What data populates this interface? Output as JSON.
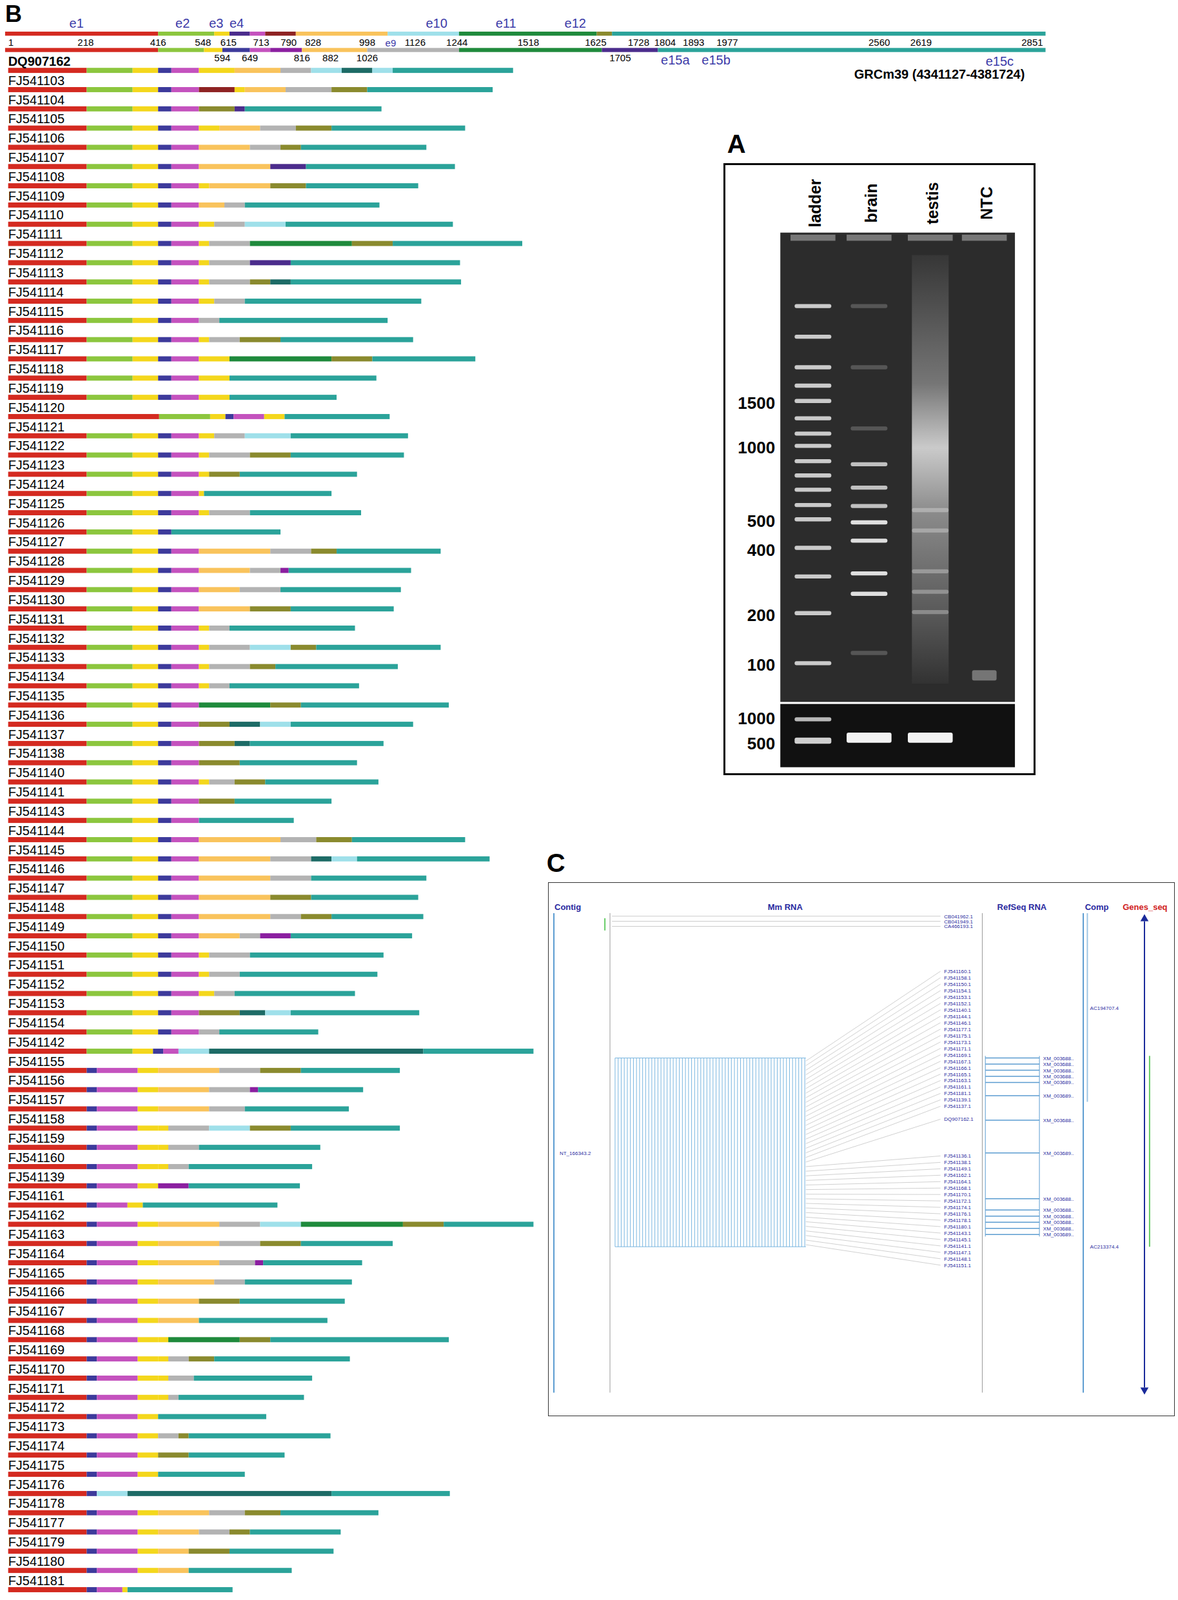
{
  "diagram": {
    "nodes": [
      {
        "text": [
          "ladder",
          "brain",
          "testis",
          "NTC",
          "1500",
          "1000",
          "500",
          "400",
          "200",
          "100",
          "1000",
          "500"
        ]
      },
      {
        "text": [
          "Contig",
          "Mm RNA",
          "RefSeq RNA",
          "Comp",
          "Genes_seq",
          "CB041962.1",
          "CB041949.1",
          "CA466193.1",
          "FJ541160.1",
          "FJ541158.1",
          "FJ541150.1",
          "FJ541154.1",
          "FJ541153.1",
          "FJ541152.1",
          "FJ541140.1",
          "FJ541144.1",
          "FJ541146.1",
          "FJ541177.1",
          "FJ541175.1",
          "FJ541173.1",
          "FJ541171.1",
          "FJ541169.1",
          "FJ541167.1",
          "FJ541166.1",
          "FJ541165.1",
          "FJ541163.1",
          "FJ541161.1",
          "FJ541181.1",
          "FJ541139.1",
          "FJ541137.1",
          "DQ907162.1",
          "FJ541136.1",
          "FJ541138.1",
          "FJ541149.1",
          "FJ541162.1",
          "FJ541164.1",
          "FJ541168.1",
          "FJ541170.1",
          "FJ541172.1",
          "FJ541174.1",
          "FJ541176.1",
          "FJ541178.1",
          "FJ541180.1",
          "FJ541143.1",
          "FJ541145.1",
          "FJ541141.1",
          "FJ541147.1",
          "FJ541148.1",
          "FJ541151.1",
          "XM_003688..",
          "XM_003688..",
          "XM_003688..",
          "XM_003688..",
          "XM_003689..",
          "XM_003689..",
          "XM_003688..",
          "XM_003689..",
          "XM_003688..",
          "XM_003688..",
          "XM_003688..",
          "XM_003688..",
          "XM_003688..",
          "XM_003689..",
          "AC194707.4",
          "AC213374.4",
          "NT_166343.2"
        ]
      }
    ],
    "labels": [
      "B",
      "e1",
      "e2",
      "e3",
      "e4",
      "e9",
      "e10",
      "e11",
      "e12",
      "e15a",
      "e15b",
      "e15c",
      "1",
      "218",
      "416",
      "548",
      "615",
      "713",
      "790",
      "828",
      "998",
      "1126",
      "1244",
      "1518",
      "1625",
      "1728",
      "1804",
      "1893",
      "1977",
      "2560",
      "2619",
      "2851",
      "594",
      "649",
      "816",
      "882",
      "1026",
      "1705",
      "GRCm39 (4341127-4381724)",
      "DQ907162",
      "FJ541103",
      "FJ541104",
      "FJ541105",
      "FJ541106",
      "FJ541107",
      "FJ541108",
      "FJ541109",
      "FJ541110",
      "FJ541111",
      "FJ541112",
      "FJ541113",
      "FJ541114",
      "FJ541115",
      "FJ541116",
      "FJ541117",
      "FJ541118",
      "FJ541119",
      "FJ541120",
      "FJ541121",
      "FJ541122",
      "FJ541123",
      "FJ541124",
      "FJ541125",
      "FJ541126",
      "FJ541127",
      "FJ541128",
      "FJ541129",
      "FJ541130",
      "FJ541131",
      "FJ541132",
      "FJ541133",
      "FJ541134",
      "FJ541135",
      "FJ541136",
      "FJ541137",
      "FJ541138",
      "FJ541140",
      "FJ541141",
      "FJ541143",
      "FJ541144",
      "FJ541145",
      "FJ541146",
      "FJ541147",
      "FJ541148",
      "FJ541149",
      "FJ541150",
      "FJ541151",
      "FJ541152",
      "FJ541153",
      "FJ541154",
      "FJ541142",
      "FJ541155",
      "FJ541156",
      "FJ541157",
      "FJ541158",
      "FJ541159",
      "FJ541160",
      "FJ541139",
      "FJ541161",
      "FJ541162",
      "FJ541163",
      "FJ541164",
      "FJ541165",
      "FJ541166",
      "FJ541167",
      "FJ541168",
      "FJ541169",
      "FJ541170",
      "FJ541171",
      "FJ541172",
      "FJ541173",
      "FJ541174",
      "FJ541175",
      "FJ541176",
      "FJ541178",
      "FJ541177",
      "FJ541179",
      "FJ541180",
      "FJ541181",
      "A",
      "C"
    ]
  }
}
